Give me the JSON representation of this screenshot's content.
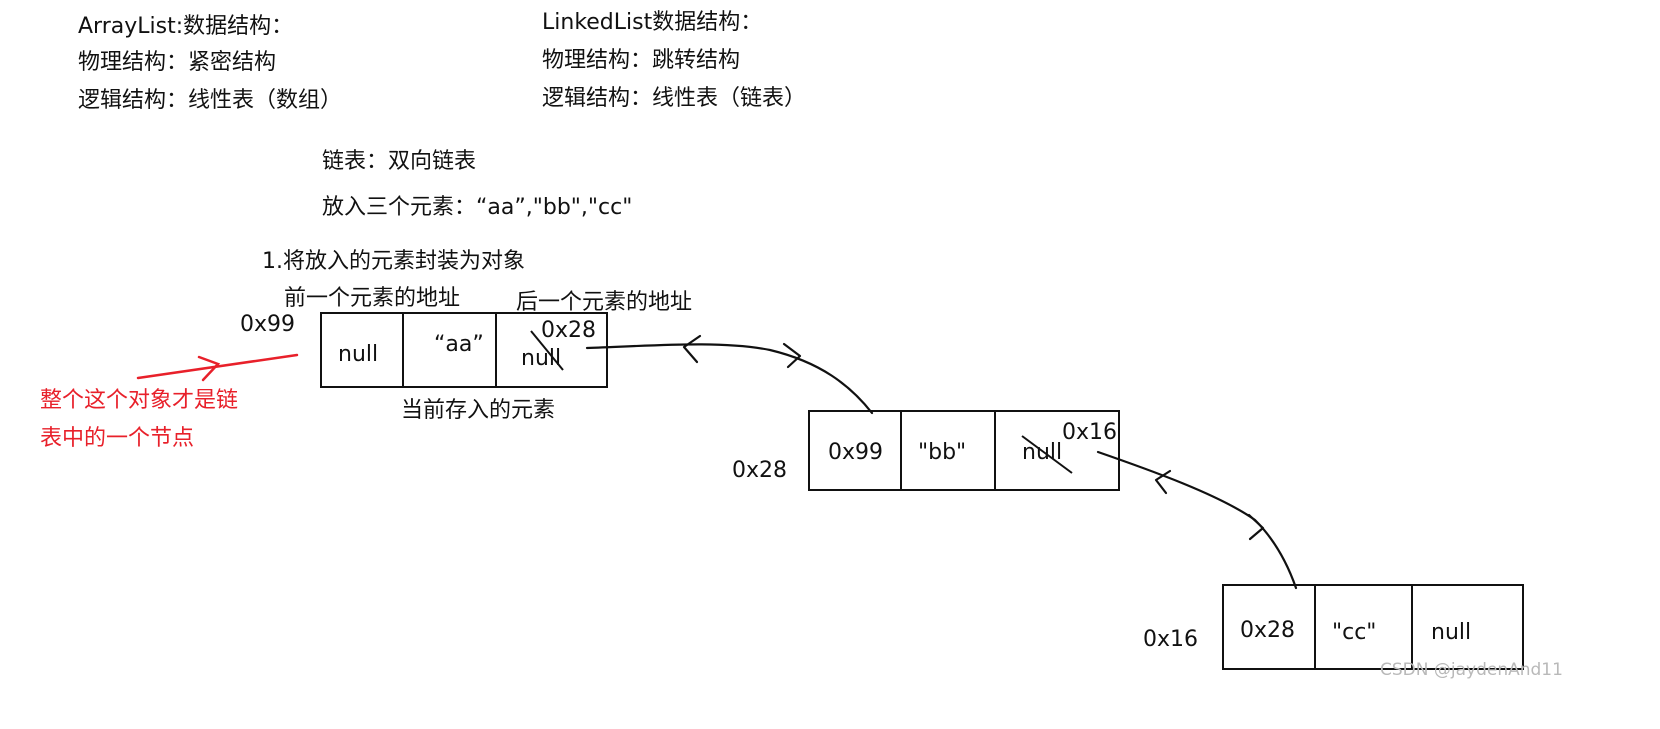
{
  "header_left": {
    "line1": "ArrayList:数据结构：",
    "line2": "物理结构：紧密结构",
    "line3": "逻辑结构：线性表（数组）"
  },
  "header_right": {
    "line1": "LinkedList数据结构：",
    "line2": "物理结构：跳转结构",
    "line3": "逻辑结构：线性表（链表）"
  },
  "notes": {
    "list_type": "链表：双向链表",
    "put_three": "放入三个元素：“aa”,\"bb\",\"cc\"",
    "step1": "1.将放入的元素封装为对象",
    "prev_addr_label": "前一个元素的地址",
    "next_addr_label": "后一个元素的地址",
    "current_elem_label": "当前存入的元素"
  },
  "annotation_red": {
    "line1": "整个这个对象才是链",
    "line2": "表中的一个节点",
    "color": "#e8202a"
  },
  "nodes": [
    {
      "address": "0x99",
      "prev": "null",
      "value": "“aa”",
      "next_old": "null",
      "next_new": "0x28"
    },
    {
      "address": "0x28",
      "prev": "0x99",
      "value": "\"bb\"",
      "next_old": "null",
      "next_new": "0x16"
    },
    {
      "address": "0x16",
      "prev": "0x28",
      "value": "\"cc\"",
      "next": "null"
    }
  ],
  "watermark": "CSDN @jaydenAnd11"
}
